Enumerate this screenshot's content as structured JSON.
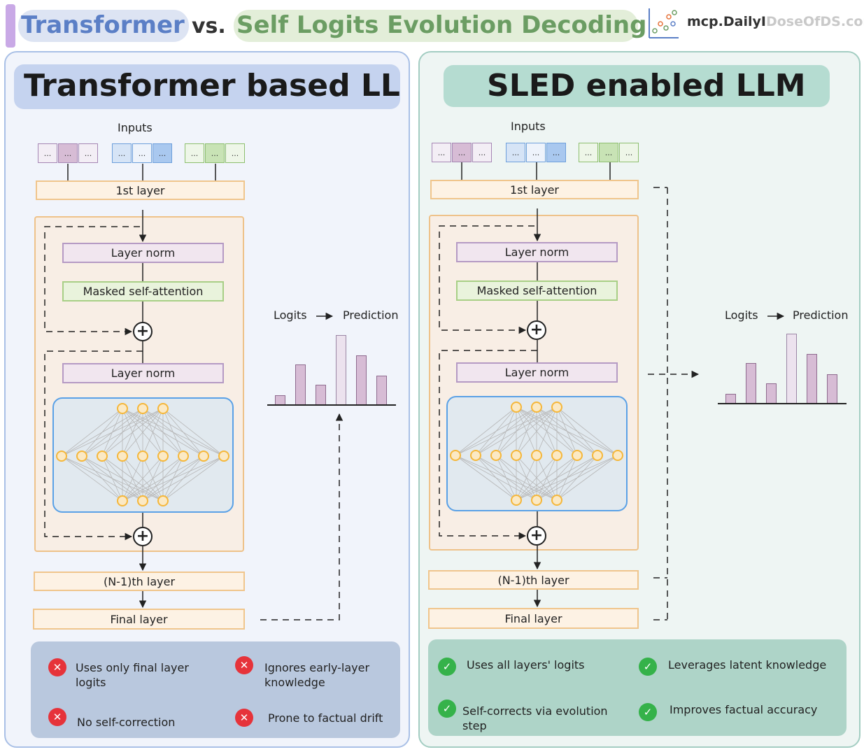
{
  "header": {
    "title_left": "Transformer",
    "title_vs": "vs.",
    "title_right": "Self Logits Evolution Decoding",
    "brand_visible": "mcp.DailyI",
    "brand_faded": "DoseOfDS.com",
    "logo_icon": "neural-net-logo-icon"
  },
  "left": {
    "title": "Transformer based LLM",
    "inputs_label": "Inputs",
    "token_text": "...",
    "first_layer": "1st layer",
    "layer_norm": "Layer norm",
    "masked_attention": "Masked self-attention",
    "layer_norm_2": "Layer norm",
    "plus": "+",
    "n1_layer": "(N-1)th layer",
    "final_layer": "Final layer",
    "logits": "Logits",
    "prediction": "Prediction",
    "summary": [
      {
        "text": "Uses only final layer logits",
        "icon": "x-icon",
        "mark": "✕"
      },
      {
        "text": "Ignores early-layer knowledge",
        "icon": "x-icon",
        "mark": "✕"
      },
      {
        "text": "No self-correction",
        "icon": "x-icon",
        "mark": "✕"
      },
      {
        "text": "Prone to factual drift",
        "icon": "x-icon",
        "mark": "✕"
      }
    ]
  },
  "right": {
    "title": "SLED enabled LLM",
    "inputs_label": "Inputs",
    "token_text": "...",
    "first_layer": "1st layer",
    "layer_norm": "Layer norm",
    "masked_attention": "Masked self-attention",
    "layer_norm_2": "Layer norm",
    "plus": "+",
    "n1_layer": "(N-1)th layer",
    "final_layer": "Final layer",
    "logits": "Logits",
    "prediction": "Prediction",
    "summary": [
      {
        "text": "Uses all layers' logits",
        "icon": "check-icon",
        "mark": "✓"
      },
      {
        "text": "Leverages latent knowledge",
        "icon": "check-icon",
        "mark": "✓"
      },
      {
        "text": "Self-corrects via evolution step",
        "icon": "check-icon",
        "mark": "✓"
      },
      {
        "text": "Improves factual accuracy",
        "icon": "check-icon",
        "mark": "✓"
      }
    ]
  },
  "colors": {
    "token_purple": "#d7bcd5",
    "token_blue": "#a9c8ef",
    "token_green": "#c8e3b5",
    "neuron": "#f5b73a",
    "bar": "#d7bcd5"
  },
  "logit_bars": [
    0.14,
    0.58,
    0.29,
    1.0,
    0.71,
    0.42
  ],
  "logit_highlight_index": 3
}
